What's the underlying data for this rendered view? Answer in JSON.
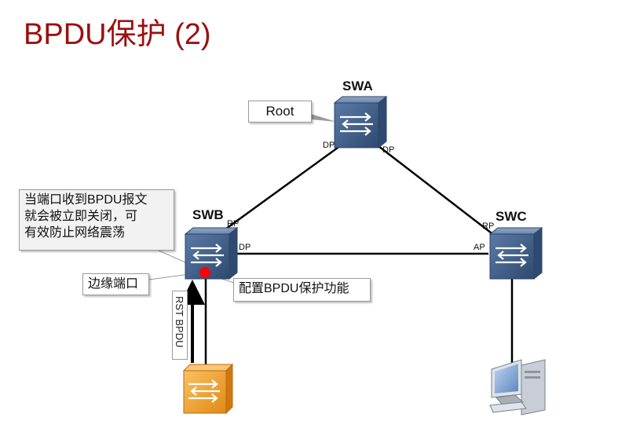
{
  "title": "BPDU保护 (2)",
  "switches": {
    "swa": "SWA",
    "swb": "SWB",
    "swc": "SWC"
  },
  "ports": {
    "swa_left": "DP",
    "swa_right": "DP",
    "swb_top": "RP",
    "swb_right": "DP",
    "swc_top": "RP",
    "swc_left": "AP"
  },
  "callouts": {
    "root": "Root",
    "shutdown_lines": [
      "当端口收到BPDU报文",
      "就会被立即关闭，可",
      "有效防止网络震荡"
    ],
    "edge_port": "边缘端口",
    "config": "配置BPDU保护功能",
    "rst_bpdu": "RST BPDU"
  },
  "colors": {
    "title": "#9b1010",
    "switch_blue": "#3f5f8a",
    "switch_orange": "#f0a030",
    "edge_port_dot": "#ff0000"
  }
}
